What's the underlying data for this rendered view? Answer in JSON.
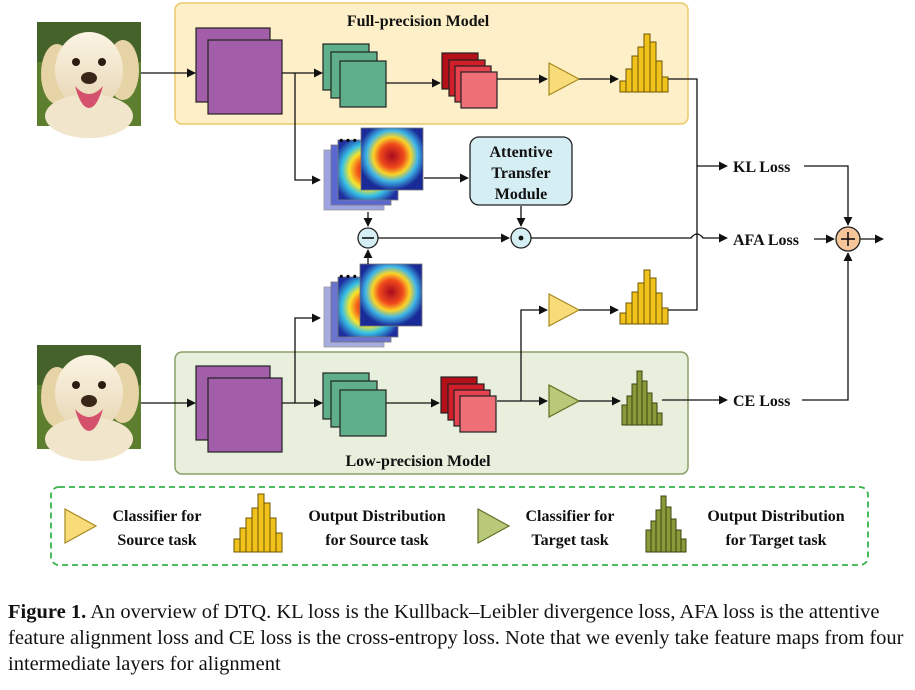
{
  "models": {
    "full_precision": "Full-precision Model",
    "low_precision": "Low-precision Model"
  },
  "module": {
    "line1": "Attentive",
    "line2": "Transfer",
    "line3": "Module"
  },
  "losses": {
    "kl": "KL Loss",
    "afa": "AFA Loss",
    "ce": "CE Loss"
  },
  "ellipsis": "…",
  "legend": {
    "source_classifier_l1": "Classifier for",
    "source_classifier_l2": "Source task",
    "source_output_l1": "Output Distribution",
    "source_output_l2": "for Source task",
    "target_classifier_l1": "Classifier for",
    "target_classifier_l2": "Target task",
    "target_output_l1": "Output Distribution",
    "target_output_l2": "for Target task"
  },
  "caption": {
    "label": "Figure 1.",
    "text": " An overview of DTQ. KL loss is the Kullback–Leibler divergence loss, AFA loss is the attentive feature alignment loss and CE loss is the cross-entropy loss. Note that we evenly take feature maps from four intermediate layers for alignment"
  },
  "colors": {
    "full_panel": "#fdf0c8",
    "low_panel": "#e8efdc",
    "purple": "#a25ea8",
    "green": "#5fb08a",
    "red": "#e24a52",
    "source_yellow": "#f1c21b",
    "target_green": "#8a9a3a",
    "module_fill": "#d5eef3",
    "op_orange": "#f7c59a",
    "legend_border": "#37b34a"
  },
  "icons": [
    "dog-photo",
    "minus-operator",
    "dot-operator",
    "plus-operator",
    "heatmap",
    "triangle-classifier",
    "histogram"
  ]
}
